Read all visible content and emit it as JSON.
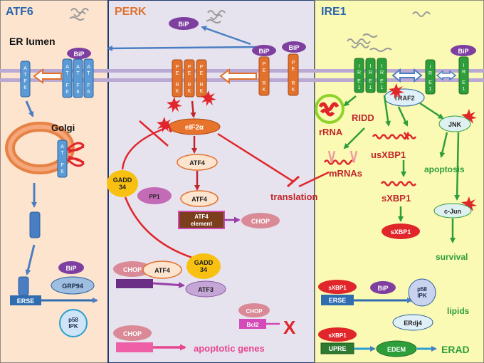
{
  "colors": {
    "atf6_panel": "#fde4cf",
    "perk_panel": "#e6e3ef",
    "ire1_panel": "#fafab4",
    "membrane": "#b9a9d3",
    "atf6_title": "#2a64b0",
    "perk_title": "#e2712b",
    "ire1_title": "#2a64b0",
    "bip": "#7e3fa0",
    "ire1_green": "#2e9e3a",
    "red": "#e0262a",
    "pink": "#e8468f",
    "blue_arrow": "#4a7ec2"
  },
  "panels": {
    "atf6": {
      "title": "ATF6"
    },
    "perk": {
      "title": "PERK"
    },
    "ire1": {
      "title": "IRE1"
    }
  },
  "atf6": {
    "er_lumen": "ER lumen",
    "golgi": "Golgi",
    "bip": "BiP",
    "grp94": "GRP94",
    "p58ipk": [
      "p58",
      "IPK"
    ],
    "erse": "ERSE",
    "protein_letters": [
      "A",
      "T",
      "F",
      "6"
    ]
  },
  "perk": {
    "bip_free": "BiP",
    "bip_bound": [
      "BiP",
      "BiP"
    ],
    "perk_letters": [
      "P",
      "E",
      "R",
      "K"
    ],
    "eif2a": "eIF2α",
    "atf4_a": "ATF4",
    "atf4_b": "ATF4",
    "atf4_element": [
      "ATF4",
      "element"
    ],
    "chop_a": "CHOP",
    "gadd34_a": [
      "GADD",
      "34"
    ],
    "ppi": "PP1",
    "translation": "translation",
    "chop_b": "CHOP",
    "atf4_c": "ATF4",
    "gadd34_b": [
      "GADD",
      "34"
    ],
    "atf3": "ATF3",
    "chop_c": "CHOP",
    "bcl2": "Bcl2",
    "x_mark": "X",
    "chop_d": "CHOP",
    "apoptotic_genes": "apoptotic genes"
  },
  "ire1": {
    "bip_bound": "BiP",
    "ire1_letters": [
      "I",
      "R",
      "E",
      "1"
    ],
    "traf2": "TRAF2",
    "ridd": "RIDD",
    "rrna": "rRNA",
    "mrnas": "mRNAs",
    "usxbp1": "usXBP1",
    "sxbp1_mrna": "sXBP1",
    "sxbp1_protein": "sXBP1",
    "jnk": "JNK",
    "apoptosis": "apoptosis",
    "cjun": "c-Jun",
    "survival": "survival",
    "sxbp1_a": "sXBP1",
    "bip_b": "BiP",
    "p58ipk": [
      "p58",
      "IPK"
    ],
    "erse": "ERSE",
    "lipids": "lipids",
    "erdj4": "ERdj4",
    "sxbp1_b": "sXBP1",
    "upre": "UPRE",
    "edem": "EDEM",
    "erad": "ERAD"
  }
}
